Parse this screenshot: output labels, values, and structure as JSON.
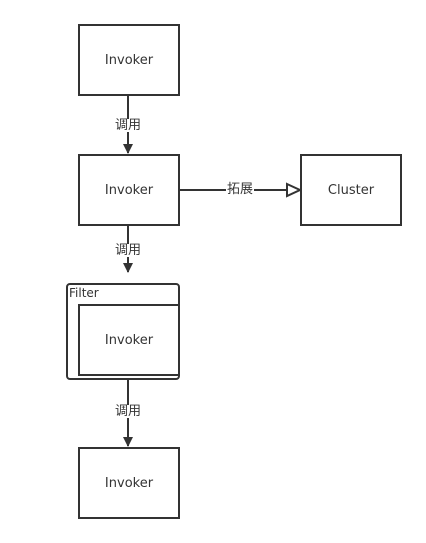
{
  "diagram": {
    "nodes": {
      "invoker_top": {
        "label": "Invoker"
      },
      "invoker_mid": {
        "label": "Invoker"
      },
      "cluster": {
        "label": "Cluster"
      },
      "filter_group": {
        "title": "Filter"
      },
      "invoker_filter": {
        "label": "Invoker"
      },
      "invoker_bottom": {
        "label": "Invoker"
      }
    },
    "edges": {
      "call_1": {
        "label": "调用"
      },
      "extend": {
        "label": "拓展"
      },
      "call_2": {
        "label": "调用"
      },
      "call_3": {
        "label": "调用"
      }
    },
    "colors": {
      "stroke": "#333333",
      "background": "#ffffff"
    }
  }
}
